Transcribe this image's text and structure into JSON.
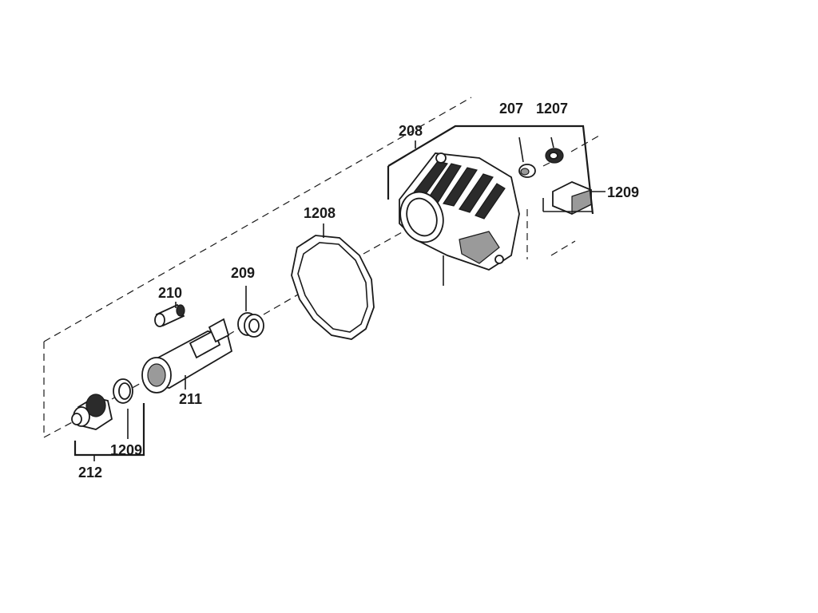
{
  "labels": {
    "l207": "207",
    "l1207": "1207",
    "l208": "208",
    "l1209a": "1209",
    "l1208": "1208",
    "l209": "209",
    "l210": "210",
    "l211": "211",
    "l1209b": "1209",
    "l212": "212"
  }
}
